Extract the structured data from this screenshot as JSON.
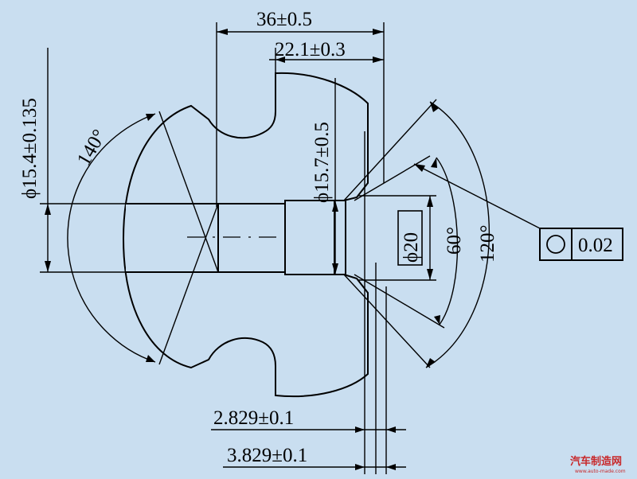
{
  "dimensions": {
    "overall_length": "36±0.5",
    "step_length": "22.1±0.3",
    "sphere_diameter": "ϕ15.4±0.135",
    "bore_diameter": "ϕ15.7±0.5",
    "flat_diameter": "ϕ20",
    "sphere_angle": "140°",
    "cone_angle_inner": "60°",
    "cone_angle_outer": "120°",
    "offset_small": "2.829±0.1",
    "offset_large": "3.829±0.1"
  },
  "tolerance_frame": {
    "symbol": "circularity",
    "value": "0.02"
  },
  "watermark": {
    "name": "汽车制造网",
    "url": "www.auto-made.com"
  },
  "colors": {
    "background": "#c9def0",
    "line": "#000000",
    "watermark": "#c8282a"
  }
}
